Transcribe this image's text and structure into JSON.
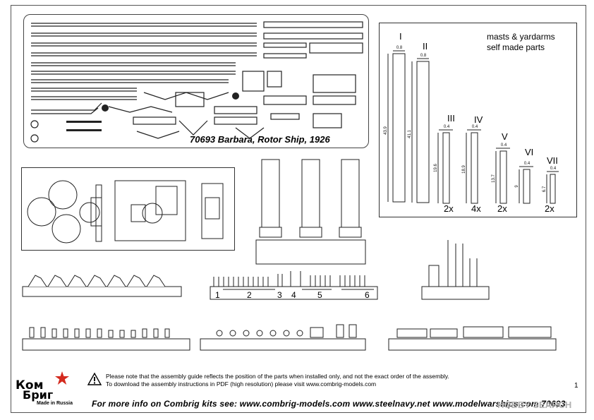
{
  "etch_sheet": {
    "title": "70693 Barbara, Rotor Ship, 1926"
  },
  "masts": {
    "title_line1": "masts & yardarms",
    "title_line2": "self made parts",
    "items": [
      {
        "roman": "I",
        "width": "0.8",
        "length": "43.9"
      },
      {
        "roman": "II",
        "width": "0.8",
        "length": "41.1"
      },
      {
        "roman": "III",
        "width": "0.4",
        "length": "19.6",
        "qty": "2x"
      },
      {
        "roman": "IV",
        "width": "0.4",
        "length": "18.9",
        "qty": "4x"
      },
      {
        "roman": "V",
        "width": "0.4",
        "length": "13.7",
        "qty": "2x"
      },
      {
        "roman": "VI",
        "width": "0.4",
        "length": "9"
      },
      {
        "roman": "VII",
        "width": "0.4",
        "length": "6.7",
        "qty": "2x"
      }
    ]
  },
  "fittings_labels": [
    "1",
    "2",
    "3",
    "4",
    "5",
    "6"
  ],
  "notice": {
    "line1": "Please note that the assembly guide reflects the position of the parts when installed only, and not the exact order of the assembly.",
    "line2": "To download the assembly instructions in PDF (high resolution) please visit www.combrig-models.com"
  },
  "page_number": "1",
  "logo": {
    "line1": "Ком",
    "line2": "Бриг",
    "sub": "Made in Russia"
  },
  "footer": "For more info on Combrig kits see: www.combrig-models.com www.steelnavy.net  www.modelwarships.com  70693",
  "watermark": "HOBBY SEARCH",
  "icons": {
    "warning": "warning-triangle-icon",
    "star": "red-star-icon"
  },
  "colors": {
    "logo_star": "#d42a1e",
    "watermark": "#b0b0b0"
  }
}
